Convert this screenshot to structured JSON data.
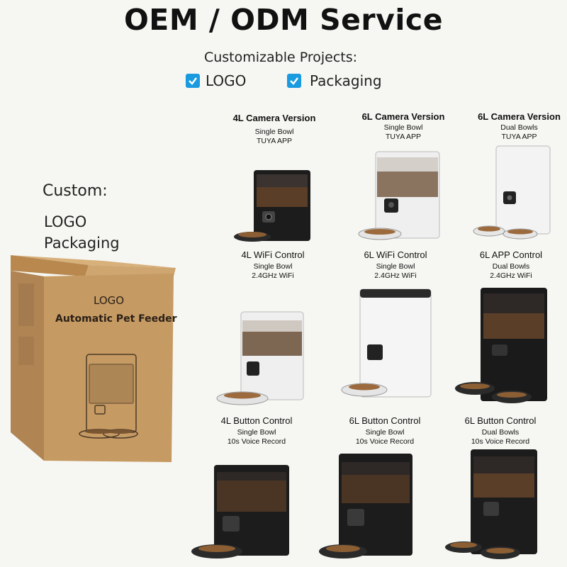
{
  "header": {
    "title": "OEM / ODM Service",
    "subtitle": "Customizable Projects:",
    "options": [
      {
        "label": "LOGO",
        "checked": true
      },
      {
        "label": "Packaging",
        "checked": true
      }
    ]
  },
  "custom": {
    "title": "Custom:",
    "items": [
      "LOGO",
      "Packaging"
    ]
  },
  "box": {
    "logo": "LOGO",
    "name": "Automatic Pet Feeder"
  },
  "products": [
    {
      "title": "4L Camera Version",
      "sub1": "Single Bowl",
      "sub2": "TUYA APP",
      "color": "black",
      "bowls": 1
    },
    {
      "title": "6L Camera Version",
      "sub1": "Single Bowl",
      "sub2": "TUYA APP",
      "color": "white",
      "bowls": 1
    },
    {
      "title": "6L Camera Version",
      "sub1": "Dual Bowls",
      "sub2": "TUYA APP",
      "color": "white",
      "bowls": 2
    },
    {
      "title": "4L WiFi Control",
      "sub1": "Single Bowl",
      "sub2": "2.4GHz WiFi",
      "color": "white",
      "bowls": 1
    },
    {
      "title": "6L WiFi Control",
      "sub1": "Single Bowl",
      "sub2": "2.4GHz WiFi",
      "color": "white",
      "bowls": 1
    },
    {
      "title": "6L APP Control",
      "sub1": "Dual Bowls",
      "sub2": "2.4GHz WiFi",
      "color": "black",
      "bowls": 2
    },
    {
      "title": "4L Button Control",
      "sub1": "Single Bowl",
      "sub2": "10s Voice Record",
      "color": "black",
      "bowls": 1
    },
    {
      "title": "6L Button Control",
      "sub1": "Single Bowl",
      "sub2": "10s Voice Record",
      "color": "black",
      "bowls": 1
    },
    {
      "title": "6L Button Control",
      "sub1": "Dual Bowls",
      "sub2": "10s Voice Record",
      "color": "black",
      "bowls": 2
    }
  ],
  "colors": {
    "check": "#1a9be0",
    "cardboard": "#c69a63",
    "feeder_black": "#1c1c1c",
    "feeder_white": "#f2f2f2",
    "kibble": "#6b4a2e"
  }
}
